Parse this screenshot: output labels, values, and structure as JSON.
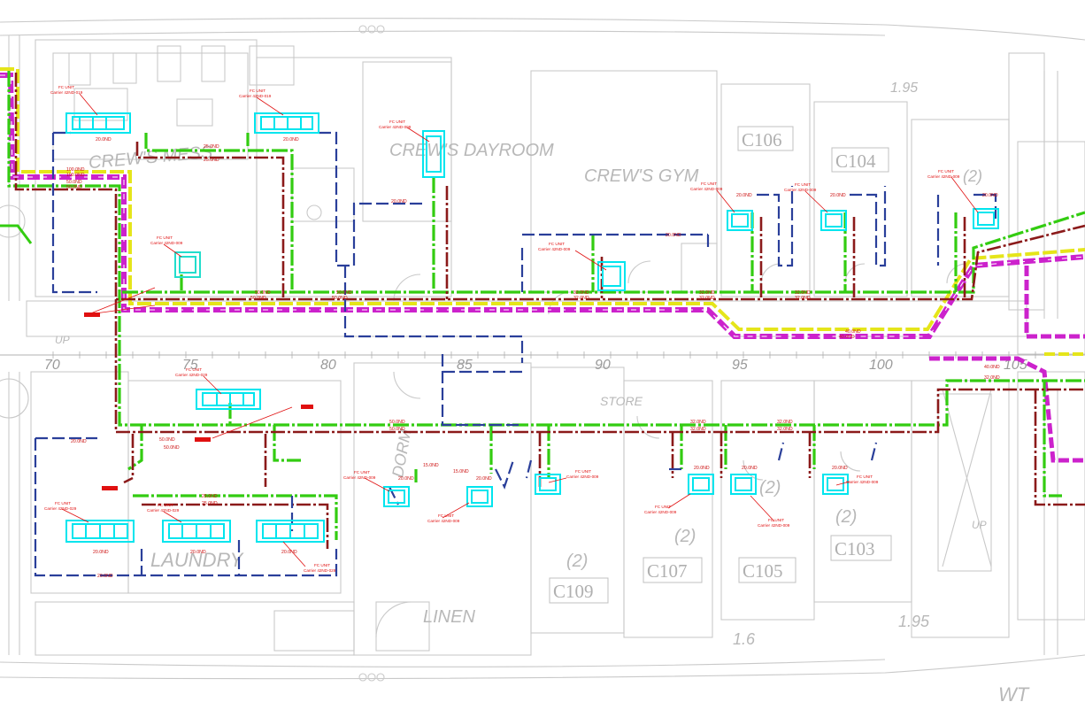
{
  "drawing": {
    "colors": {
      "background": "#ffffff",
      "architecture": "#c9c9c9",
      "chilled_supply": "#33cc11",
      "chilled_return": "#8b1a1a",
      "condensate": "#2a3f9a",
      "main_header": "#cc22cc",
      "yellow_line": "#ffff22",
      "fc_unit": "#00e5ee",
      "annotation": "#e01010"
    },
    "rooms": {
      "crews_mess": "CREW'S MESS",
      "crews_dayroom": "CREW'S DAYROOM",
      "crews_gym": "CREW'S GYM",
      "laundry": "LAUNDRY",
      "linen": "LINEN",
      "store": "STORE",
      "dorm": "DORM",
      "up_left": "UP",
      "up_right": "UP",
      "two_1": "(2)",
      "two_2": "(2)",
      "two_3": "(2)",
      "two_4": "(2)",
      "two_5": "(2)"
    },
    "cabins": {
      "c106": "C106",
      "c104": "C104",
      "c107": "C107",
      "c105": "C105",
      "c103": "C103",
      "c109": "C109"
    },
    "frames": [
      "70",
      "75",
      "80",
      "85",
      "90",
      "95",
      "100",
      "105"
    ],
    "dims": {
      "d_top": "1.95",
      "d_bottom": "1.95",
      "d_mid": "1.6",
      "wt": "WT"
    },
    "fcu_title": "FC UNIT",
    "fcu_model_a": "Carrier 42ND-019",
    "fcu_model_b": "Carrier 42ND-009",
    "fcu_model_c": "Carrier 42ND-029",
    "pipe_labels": {
      "p20": "20.0ND",
      "p25": "25.0ND",
      "p32": "32.0ND",
      "p40": "40.0ND",
      "p50": "50.0ND",
      "p100": "100.0ND",
      "p15": "15.0ND"
    }
  }
}
